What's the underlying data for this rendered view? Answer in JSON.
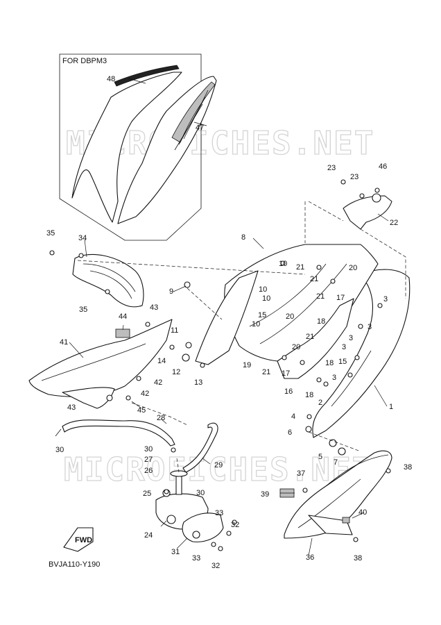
{
  "inset": {
    "title": "FOR DBPM3"
  },
  "watermarks": [
    "MICROFICHES.NET",
    "MICROFICHES.NET"
  ],
  "diagram_code": "BVJA110-Y190",
  "fwd_label": "FWD",
  "callouts": [
    "1",
    "2",
    "3",
    "3",
    "3",
    "3",
    "3",
    "4",
    "5",
    "6",
    "7",
    "8",
    "9",
    "10",
    "10",
    "10",
    "10",
    "11",
    "12",
    "13",
    "14",
    "15",
    "15",
    "16",
    "17",
    "17",
    "18",
    "18",
    "18",
    "19",
    "20",
    "20",
    "20",
    "21",
    "21",
    "21",
    "21",
    "21",
    "22",
    "23",
    "23",
    "24",
    "25",
    "26",
    "27",
    "28",
    "29",
    "30",
    "30",
    "30",
    "31",
    "32",
    "32",
    "33",
    "33",
    "34",
    "35",
    "35",
    "36",
    "37",
    "38",
    "38",
    "39",
    "40",
    "41",
    "42",
    "42",
    "43",
    "43",
    "44",
    "45",
    "46",
    "47",
    "48"
  ]
}
